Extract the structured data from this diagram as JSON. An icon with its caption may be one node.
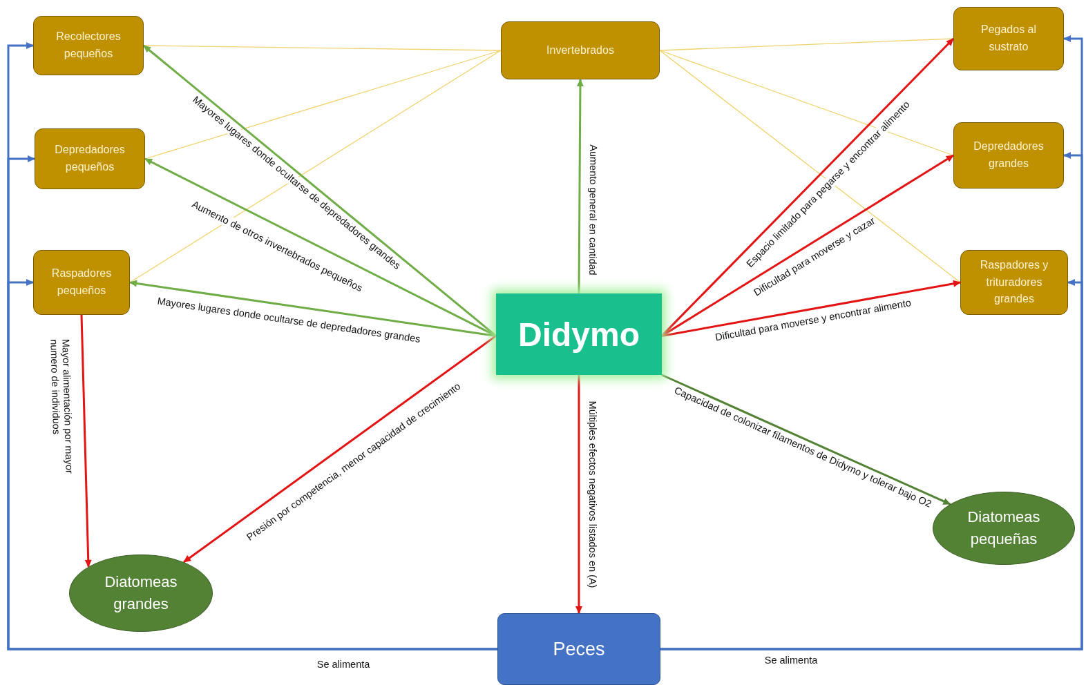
{
  "diagram": {
    "nodes": [
      {
        "text": [
          "Recolectores pequeños"
        ]
      },
      {
        "text": [
          "Depredadores pequeños"
        ]
      },
      {
        "text": [
          "Raspadores pequeños"
        ]
      },
      {
        "text": [
          "Invertebrados"
        ]
      },
      {
        "text": [
          "Pegados al sustrato"
        ]
      },
      {
        "text": [
          "Depredadores grandes"
        ]
      },
      {
        "text": [
          "Raspadores y trituradores grandes"
        ]
      },
      {
        "text": [
          "Didymo"
        ]
      },
      {
        "text": [
          "Diatomeas grandes"
        ]
      },
      {
        "text": [
          "Diatomeas pequeñas"
        ]
      },
      {
        "text": [
          "Peces"
        ]
      }
    ],
    "edges": [
      {
        "from": 3,
        "to": 0,
        "arrow": "none",
        "color": "#f2d26b"
      },
      {
        "from": 3,
        "to": 1,
        "arrow": "none",
        "color": "#f2d26b"
      },
      {
        "from": 3,
        "to": 2,
        "arrow": "none",
        "color": "#f2d26b"
      },
      {
        "from": 3,
        "to": 4,
        "arrow": "none",
        "color": "#f2d26b"
      },
      {
        "from": 3,
        "to": 5,
        "arrow": "none",
        "color": "#f2d26b"
      },
      {
        "from": 3,
        "to": 6,
        "arrow": "none",
        "color": "#f2d26b"
      },
      {
        "from": 7,
        "to": 0,
        "arrow": "to",
        "label": "Mayores lugares donde ocultarse de depredadores grandes",
        "color": "#70ad47"
      },
      {
        "from": 7,
        "to": 1,
        "arrow": "to",
        "label": "Aumento de otros invertebrados pequeños",
        "color": "#70ad47"
      },
      {
        "from": 7,
        "to": 2,
        "arrow": "to",
        "label": "Mayores lugares donde ocultarse de depredadores grandes",
        "color": "#70ad47"
      },
      {
        "from": 7,
        "to": 3,
        "arrow": "to",
        "label": "Aumento general en cantidad",
        "color": "#70ad47"
      },
      {
        "from": 7,
        "to": 9,
        "arrow": "to",
        "label": "Capacidad de colonizar filamentos de Didymo y tolerar bajo O2",
        "color": "#548235"
      },
      {
        "from": 7,
        "to": 4,
        "arrow": "to",
        "label": "Espacio limitado para pegarse y encontrar alimento",
        "color": "#e31414"
      },
      {
        "from": 7,
        "to": 5,
        "arrow": "to",
        "label": "Dificultad para moverse y cazar",
        "color": "#e31414"
      },
      {
        "from": 7,
        "to": 6,
        "arrow": "to",
        "label": "Dificultad para moverse y encontrar alimento",
        "color": "#e31414"
      },
      {
        "from": 7,
        "to": 8,
        "arrow": "to",
        "label": "Presión por competencia, menor capacidad de crecimiento",
        "color": "#e31414"
      },
      {
        "from": 7,
        "to": 10,
        "arrow": "to",
        "label": "Múltiples efectos negativos listados en (A)",
        "color": "#e31414"
      },
      {
        "from": 2,
        "to": 8,
        "arrow": "to",
        "label": "Mayor alimentación por mayor numero de individuos",
        "color": "#e31414"
      },
      {
        "from": 10,
        "to": 0,
        "arrow": "to",
        "color": "#4472c4"
      },
      {
        "from": 10,
        "to": 1,
        "arrow": "to",
        "color": "#4472c4"
      },
      {
        "from": 10,
        "to": 2,
        "arrow": "to",
        "label": "Se alimenta",
        "color": "#4472c4"
      },
      {
        "from": 10,
        "to": 4,
        "arrow": "to",
        "color": "#4472c4"
      },
      {
        "from": 10,
        "to": 5,
        "arrow": "to",
        "color": "#4472c4"
      },
      {
        "from": 10,
        "to": 6,
        "arrow": "to",
        "label": "Se alimenta",
        "color": "#4472c4"
      }
    ]
  }
}
